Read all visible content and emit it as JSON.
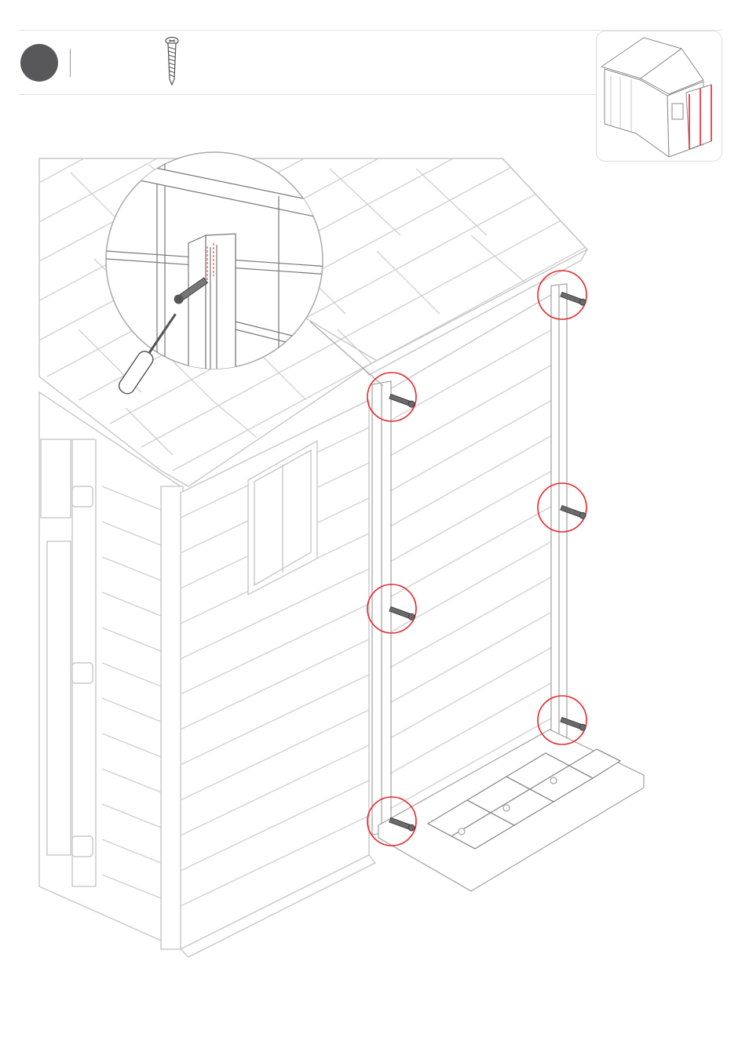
{
  "step": {
    "number": ""
  },
  "parts": [
    {
      "icon": "screw-icon",
      "quantity": ""
    }
  ],
  "colors": {
    "badge": "#58585a",
    "callout": "#e8262c",
    "line": "#a8a8a8",
    "accent_line": "#e8262c"
  },
  "illustration": {
    "subject": "shed-side-wall-frame",
    "callout_count": 6,
    "icons": [
      "screwdriver-icon",
      "screw-icon",
      "magnifier-callout"
    ]
  }
}
